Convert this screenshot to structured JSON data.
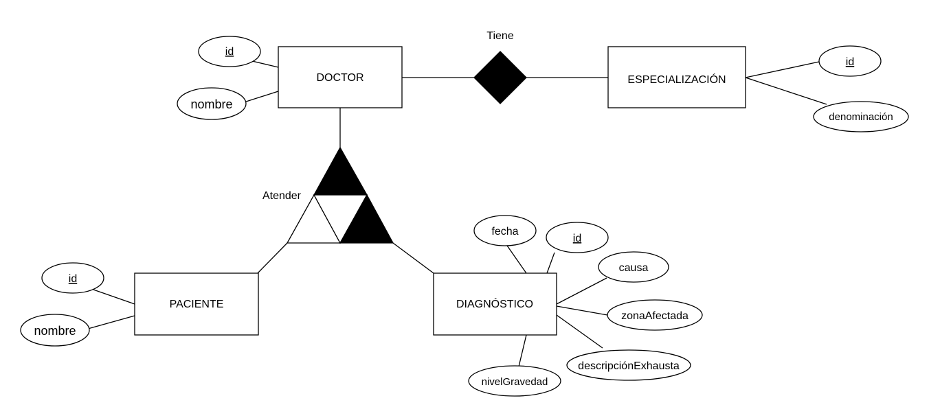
{
  "entities": {
    "doctor": "DOCTOR",
    "especializacion": "ESPECIALIZACIÓN",
    "paciente": "PACIENTE",
    "diagnostico": "DIAGNÓSTICO"
  },
  "relationships": {
    "tiene": "Tiene",
    "atender": "Atender"
  },
  "attributes": {
    "doctor_id": "id",
    "doctor_nombre": "nombre",
    "esp_id": "id",
    "esp_denominacion": "denominación",
    "paciente_id": "id",
    "paciente_nombre": "nombre",
    "diag_fecha": "fecha",
    "diag_id": "id",
    "diag_causa": "causa",
    "diag_zona": "zonaAfectada",
    "diag_descripcion": "descripciónExhausta",
    "diag_nivel": "nivelGravedad"
  }
}
